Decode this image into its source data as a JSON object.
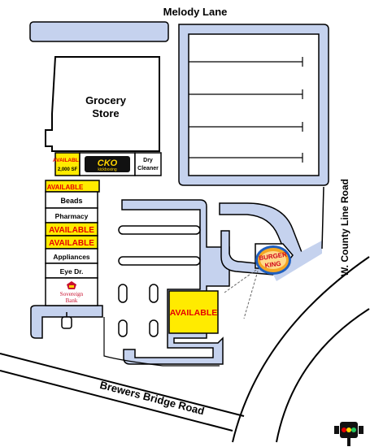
{
  "roads": {
    "north": "Melody Lane",
    "east": "W. County Line Road",
    "south": "Brewers Bridge Road"
  },
  "anchor": {
    "name_line1": "Grocery",
    "name_line2": "Store"
  },
  "units": {
    "available_2000_line1": "AVAILABLE",
    "available_2000_line2": "2,000 SF",
    "cko_logo": "CKO",
    "cko_sub": "kickboxing",
    "dry_cleaner_line1": "Dry",
    "dry_cleaner_line2": "Cleaner",
    "available_a": "AVAILABLE",
    "beads": "Beads",
    "pharmacy": "Pharmacy",
    "available_b": "AVAILABLE",
    "available_c": "AVAILABLE",
    "appliances": "Appliances",
    "eye_dr": "Eye Dr.",
    "bank_line1": "Sovereign",
    "bank_line2": "Bank"
  },
  "pad_site": {
    "label": "AVAILABLE"
  },
  "restaurant": {
    "logo_line1": "BURGER",
    "logo_line2": "KING"
  },
  "colors": {
    "parking": "#c5d2ee",
    "available_fill": "#ffeb00",
    "available_text": "#e60000",
    "outline": "#000000"
  },
  "icons": {
    "traffic_light": "traffic-light-icon",
    "bank_logo": "sovereign-bank-logo-icon"
  }
}
